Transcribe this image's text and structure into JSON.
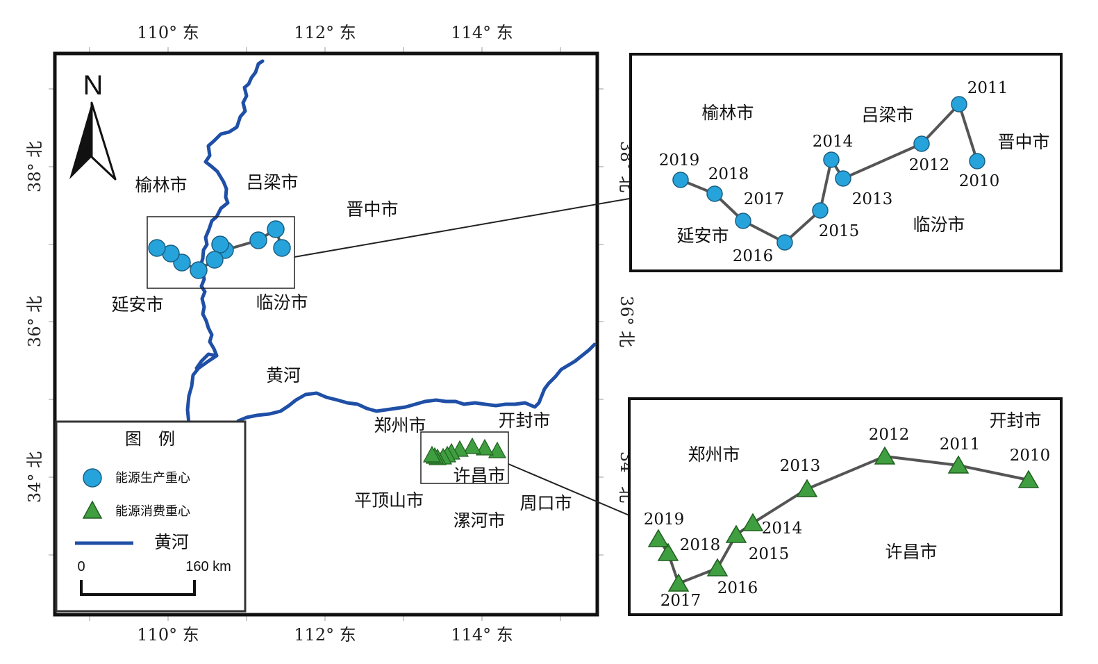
{
  "axes": {
    "lon_labels": [
      "110° 东",
      "112° 东",
      "114° 东"
    ],
    "lat_labels": [
      "38° 北",
      "36° 北",
      "34° 北"
    ]
  },
  "main_map": {
    "cities": {
      "yulin": "榆林市",
      "lvliang": "吕梁市",
      "jinzhong": "晋中市",
      "yanan": "延安市",
      "linfen": "临汾市",
      "zhengzhou": "郑州市",
      "kaifeng": "开封市",
      "xuchang": "许昌市",
      "pingdingshan": "平顶山市",
      "zhoukou": "周口市",
      "luohe": "漯河市"
    },
    "river_label": "黄河",
    "north_label": "N"
  },
  "legend": {
    "title": "图　例",
    "production": "能源生产重心",
    "consumption": "能源消费重心",
    "river": "黄河",
    "scale_start": "0",
    "scale_end": "160 km"
  },
  "colors": {
    "production": "#27a3dc",
    "consumption": "#3f9e3f",
    "river": "#1f4fa6",
    "track": "#555555"
  },
  "production_inset": {
    "cities": {
      "yulin": "榆林市",
      "lvliang": "吕梁市",
      "jinzhong": "晋中市",
      "yanan": "延安市",
      "linfen": "临汾市"
    },
    "years": [
      "2010",
      "2011",
      "2012",
      "2013",
      "2014",
      "2015",
      "2016",
      "2017",
      "2018",
      "2019"
    ]
  },
  "consumption_inset": {
    "cities": {
      "zhengzhou": "郑州市",
      "kaifeng": "开封市",
      "xuchang": "许昌市"
    },
    "years": [
      "2010",
      "2011",
      "2012",
      "2013",
      "2014",
      "2015",
      "2016",
      "2017",
      "2018",
      "2019"
    ]
  }
}
